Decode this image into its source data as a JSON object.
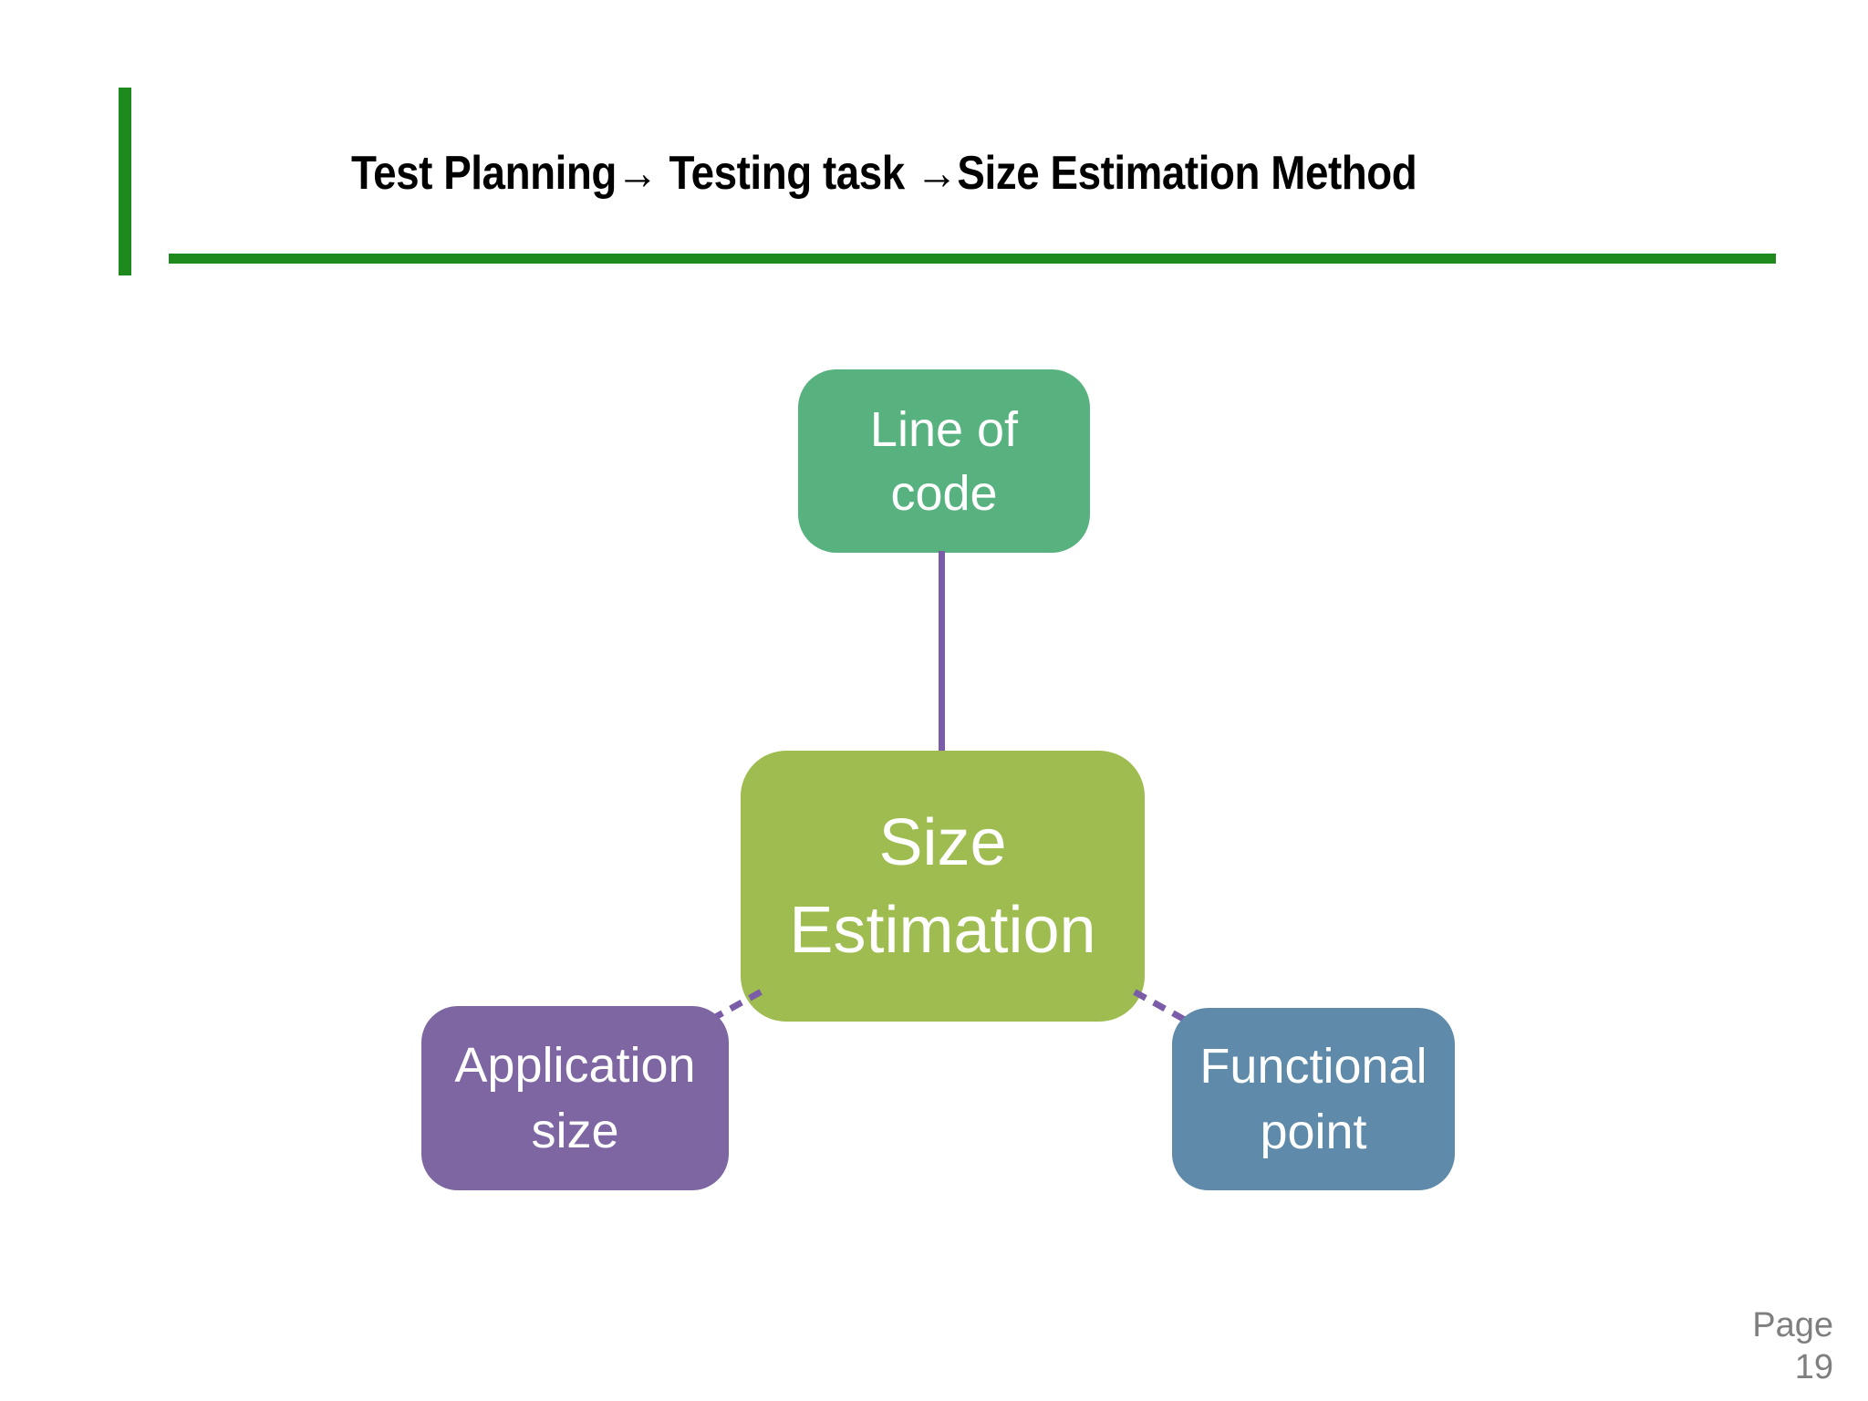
{
  "slide": {
    "title": "Test Planning→ Testing task →Size Estimation Method",
    "footer": {
      "page_label": "Page",
      "page_number": "19"
    }
  },
  "diagram": {
    "type": "radial",
    "nodes": {
      "top": {
        "label": "Line of\ncode",
        "color": "#58B280"
      },
      "center": {
        "label": "Size\nEstimation",
        "color": "#9EBC4F"
      },
      "bottom_left": {
        "label": "Application\nsize",
        "color": "#7D66A1"
      },
      "bottom_right": {
        "label": "Functional\npoint",
        "color": "#5F8AA9"
      }
    },
    "edges": [
      {
        "from": "top",
        "to": "center",
        "style": "solid"
      },
      {
        "from": "center",
        "to": "bottom_left",
        "style": "dashed"
      },
      {
        "from": "center",
        "to": "bottom_right",
        "style": "dashed"
      }
    ],
    "connector_color": "#7A5CA8"
  },
  "colors": {
    "accent_green": "#1E8A1E",
    "title_text": "#000000",
    "node_text": "#FFFFFF",
    "page_text": "#7F7F7F"
  }
}
